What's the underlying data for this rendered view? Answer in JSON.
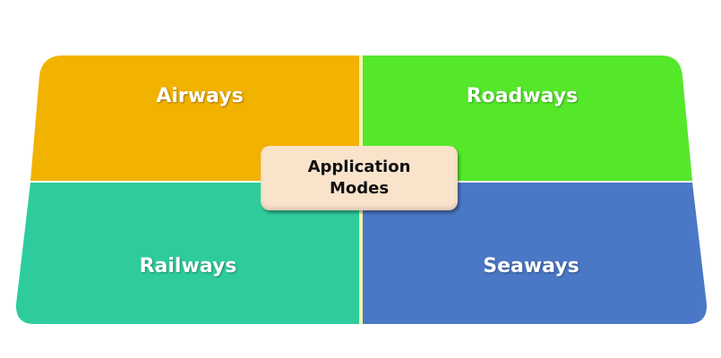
{
  "center": {
    "line1": "Application",
    "line2": "Modes"
  },
  "quadrants": [
    {
      "label": "Airways",
      "color": "#f2b200"
    },
    {
      "label": "Roadways",
      "color": "#55e82a"
    },
    {
      "label": "Railways",
      "color": "#2ecc9c"
    },
    {
      "label": "Seaways",
      "color": "#4a78c6"
    }
  ]
}
